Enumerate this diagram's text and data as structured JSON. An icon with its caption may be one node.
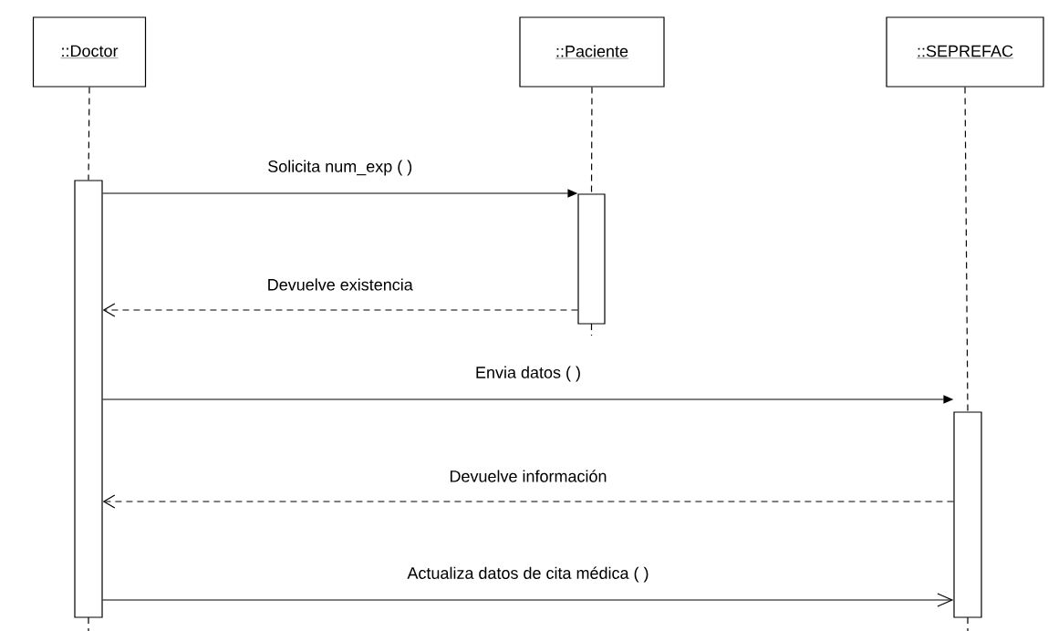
{
  "diagram": {
    "nodes": [
      {
        "text": [
          "::Doctor"
        ]
      },
      {
        "text": [
          "::Paciente"
        ]
      },
      {
        "text": [
          "::SEPREFAC"
        ]
      },
      {
        "text": [],
        "shape": "bar"
      },
      {
        "text": [],
        "shape": "bar"
      },
      {
        "text": [],
        "shape": "bar"
      }
    ],
    "edges": [
      {
        "from": 0,
        "to": 3,
        "arrow": "none",
        "style": "dashed"
      },
      {
        "from": 1,
        "to": 4,
        "arrow": "none",
        "style": "dashed"
      },
      {
        "from": 2,
        "to": 5,
        "arrow": "none",
        "style": "dashed"
      },
      {
        "from": 3,
        "to": 4,
        "arrow": "to",
        "label": "Solicita num_exp ( )"
      },
      {
        "from": 4,
        "to": 3,
        "arrow": "to",
        "label": "Devuelve existencia",
        "style": "dashed"
      },
      {
        "from": 3,
        "to": 5,
        "arrow": "to",
        "label": "Envia datos ( )"
      },
      {
        "from": 5,
        "to": 3,
        "arrow": "to",
        "label": "Devuelve información",
        "style": "dashed"
      },
      {
        "from": 3,
        "to": 5,
        "arrow": "to",
        "label": "Actualiza datos de cita médica ( )"
      }
    ]
  }
}
